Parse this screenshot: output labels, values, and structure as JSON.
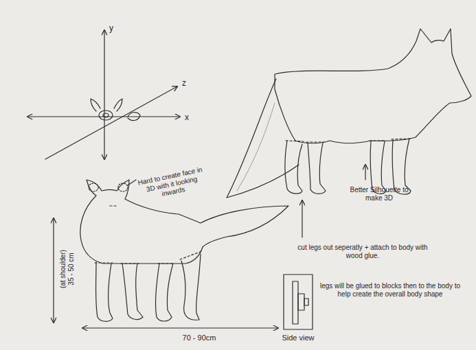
{
  "diagram": {
    "labels": [
      "y",
      "z",
      "x",
      "Hard to create face in 3D with it looking inwards",
      "(at shoulder)",
      "35 - 50 cm",
      "Better Silhouette to make 3D",
      "cut legs out seperatly + attach to body with wood glue.",
      "legs will be glued to blocks then to the body to help create the overall body shape",
      "Side view",
      "70 - 90cm"
    ]
  }
}
